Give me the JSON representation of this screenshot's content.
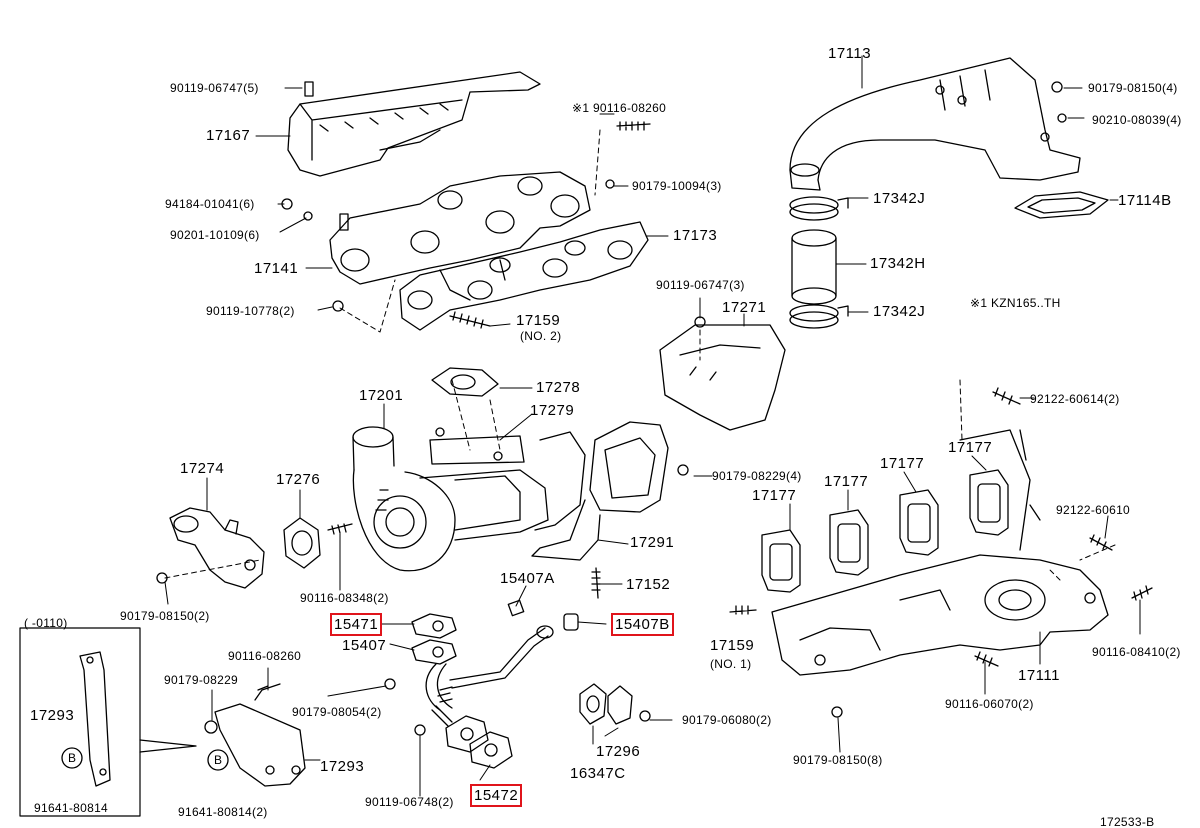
{
  "highlight_color": "#e0141b",
  "figure_code": "172533-B",
  "note_text": "※1 KZN165..TH",
  "inset_label": "(    -0110)",
  "labels": [
    {
      "id": "p90119-06747-5",
      "text": "90119-06747(5)"
    },
    {
      "id": "p17167",
      "text": "17167"
    },
    {
      "id": "p90116-08260-a",
      "text": "※1 90116-08260"
    },
    {
      "id": "p90179-10094",
      "text": "90179-10094(3)"
    },
    {
      "id": "p94184",
      "text": "94184-01041(6)"
    },
    {
      "id": "p90201",
      "text": "90201-10109(6)"
    },
    {
      "id": "p17141",
      "text": "17141"
    },
    {
      "id": "p17173",
      "text": "17173"
    },
    {
      "id": "p90119-10778",
      "text": "90119-10778(2)"
    },
    {
      "id": "p17159-2",
      "text": "17159"
    },
    {
      "id": "p17159-2n",
      "text": "(NO. 2)"
    },
    {
      "id": "p17278",
      "text": "17278"
    },
    {
      "id": "p17201",
      "text": "17201"
    },
    {
      "id": "p17279",
      "text": "17279"
    },
    {
      "id": "p17274",
      "text": "17274"
    },
    {
      "id": "p17276",
      "text": "17276"
    },
    {
      "id": "p90116-08348",
      "text": "90116-08348(2)"
    },
    {
      "id": "p90179-08150-2",
      "text": "90179-08150(2)"
    },
    {
      "id": "p15407A",
      "text": "15407A"
    },
    {
      "id": "p17152",
      "text": "17152"
    },
    {
      "id": "p17291",
      "text": "17291"
    },
    {
      "id": "p15471",
      "text": "15471",
      "highlight": true
    },
    {
      "id": "p15407B",
      "text": "15407B",
      "highlight": true
    },
    {
      "id": "p15407",
      "text": "15407"
    },
    {
      "id": "p90116-08260-b",
      "text": "90116-08260"
    },
    {
      "id": "p90179-08229-a",
      "text": "90179-08229"
    },
    {
      "id": "p90179-08054",
      "text": "90179-08054(2)"
    },
    {
      "id": "p17293-a",
      "text": "17293"
    },
    {
      "id": "p17293-b",
      "text": "17293"
    },
    {
      "id": "p91641-a",
      "text": "91641-80814"
    },
    {
      "id": "p91641-b",
      "text": "91641-80814(2)"
    },
    {
      "id": "p90119-06748",
      "text": "90119-06748(2)"
    },
    {
      "id": "p15472",
      "text": "15472",
      "highlight": true
    },
    {
      "id": "p17296",
      "text": "17296"
    },
    {
      "id": "p16347C",
      "text": "16347C"
    },
    {
      "id": "p90179-06080",
      "text": "90179-06080(2)"
    },
    {
      "id": "p17113",
      "text": "17113"
    },
    {
      "id": "p90179-08150-4",
      "text": "90179-08150(4)"
    },
    {
      "id": "p90210",
      "text": "90210-08039(4)"
    },
    {
      "id": "p17342J-a",
      "text": "17342J"
    },
    {
      "id": "p17114B",
      "text": "17114B"
    },
    {
      "id": "p17342H",
      "text": "17342H"
    },
    {
      "id": "p17342J-b",
      "text": "17342J"
    },
    {
      "id": "p90119-06747-3",
      "text": "90119-06747(3)"
    },
    {
      "id": "p17271",
      "text": "17271"
    },
    {
      "id": "p92122-60614",
      "text": "92122-60614(2)"
    },
    {
      "id": "p90179-08229-4",
      "text": "90179-08229(4)"
    },
    {
      "id": "p17177-a",
      "text": "17177"
    },
    {
      "id": "p17177-b",
      "text": "17177"
    },
    {
      "id": "p17177-c",
      "text": "17177"
    },
    {
      "id": "p17177-d",
      "text": "17177"
    },
    {
      "id": "p92122-60610",
      "text": "92122-60610"
    },
    {
      "id": "p17159-1",
      "text": "17159"
    },
    {
      "id": "p17159-1n",
      "text": "(NO. 1)"
    },
    {
      "id": "p90116-08410",
      "text": "90116-08410(2)"
    },
    {
      "id": "p17111",
      "text": "17111"
    },
    {
      "id": "p90116-06070",
      "text": "90116-06070(2)"
    },
    {
      "id": "p90179-08150-8",
      "text": "90179-08150(8)"
    },
    {
      "id": "b-a",
      "text": "B"
    },
    {
      "id": "b-b",
      "text": "B"
    }
  ]
}
